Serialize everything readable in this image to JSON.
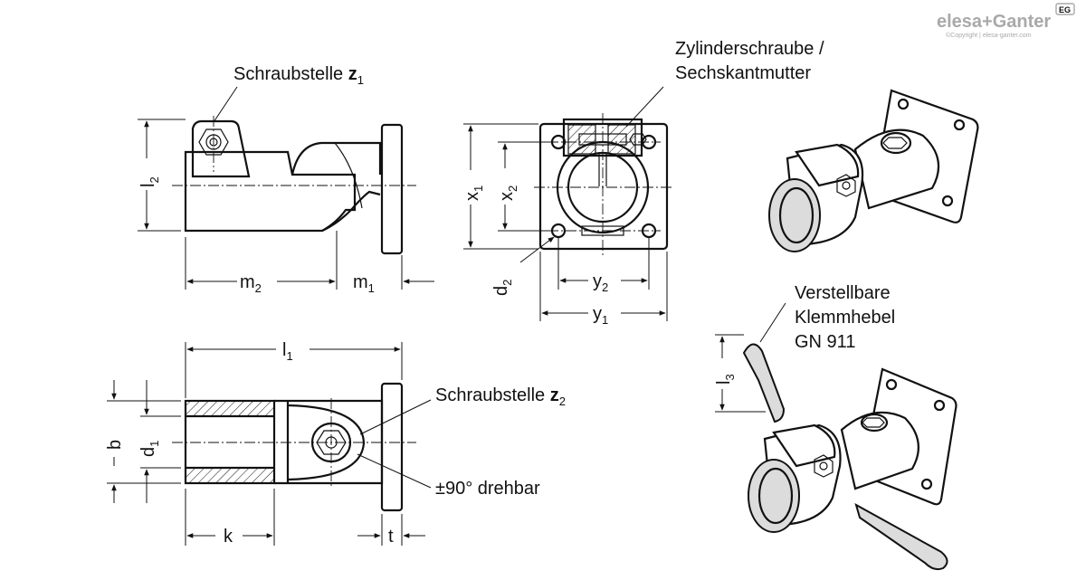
{
  "logo": {
    "brand": "elesa+Ganter",
    "copyright": "©Copyright | elesa-ganter.com",
    "badge": "EG"
  },
  "callouts": {
    "z1": {
      "text": "Schraubstelle ",
      "bold": "z",
      "sub": "1"
    },
    "z2": {
      "text": "Schraubstelle ",
      "bold": "z",
      "sub": "2"
    },
    "screw_line1": "Zylinderschraube /",
    "screw_line2": "Sechskantmutter",
    "rotation": "±90° drehbar",
    "lever_line1": "Verstellbare",
    "lever_line2": "Klemmhebel",
    "lever_line3": "GN 911"
  },
  "dimensions": {
    "l2": {
      "main": "l",
      "sub": "2"
    },
    "m2": {
      "main": "m",
      "sub": "2"
    },
    "m1": {
      "main": "m",
      "sub": "1"
    },
    "x1": {
      "main": "x",
      "sub": "1"
    },
    "x2": {
      "main": "x",
      "sub": "2"
    },
    "d2": {
      "main": "d",
      "sub": "2"
    },
    "y2": {
      "main": "y",
      "sub": "2"
    },
    "y1": {
      "main": "y",
      "sub": "1"
    },
    "l1": {
      "main": "l",
      "sub": "1"
    },
    "b": {
      "main": "b"
    },
    "d1": {
      "main": "d",
      "sub": "1"
    },
    "k": {
      "main": "k"
    },
    "t": {
      "main": "t"
    },
    "l3": {
      "main": "l",
      "sub": "3"
    }
  }
}
